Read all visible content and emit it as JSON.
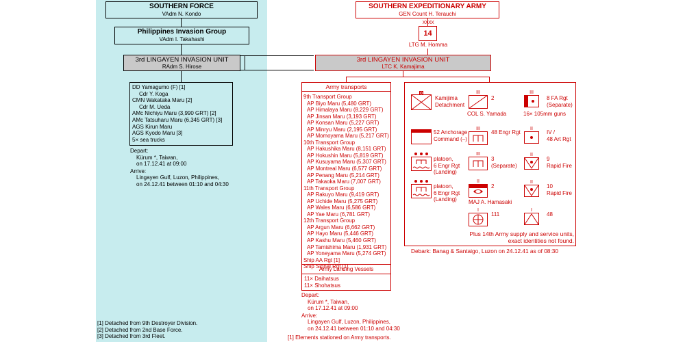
{
  "colors": {
    "navy_panel": "#c7ecee",
    "army_red": "#cc0000",
    "unit_grey": "#c9c9c9"
  },
  "navy": {
    "southern_force": {
      "title": "SOUTHERN FORCE",
      "commander": "VAdm  N. Kondo"
    },
    "phil_group": {
      "title": "Philippines Invasion Group",
      "commander": "VAdm  I. Takahashi"
    },
    "lingayen_unit": {
      "title": "3rd LINGAYEN INVASION UNIT",
      "commander": "RAdm  S. Hirose"
    },
    "ships": [
      "DD  Yamagumo (F) [1]",
      "      Cdr  Y. Koga",
      "CMN  Wakataka Maru [2]",
      "      Cdr  M. Ueda",
      "AMc  Nichiyu Maru (3,990 GRT) [2]",
      "AMc  Tatsuharu Maru (6,345 GRT) [3]",
      "AGS  Kirun Maru",
      "AGS  Kyodo Maru [3]",
      "5× sea trucks"
    ],
    "depart_label": "Depart:",
    "depart_lines": [
      "Kürum *, Taiwan,",
      "on 17.12.41 at 09:00"
    ],
    "arrive_label": "Arrive:",
    "arrive_lines": [
      "Lingayen Gulf, Luzon, Philippines,",
      "on 24.12.41 between 01:10 and 04:30"
    ],
    "footnotes": [
      "[1] Detached from 9th Destroyer Division.",
      "[2] Detached from 2nd Base Force.",
      "[3] Detached from 3rd Fleet."
    ]
  },
  "army": {
    "southern_army": {
      "title": "SOUTHERN EXPEDITIONARY ARMY",
      "commander": "GEN  Count H. Terauchi"
    },
    "army_14": {
      "echelon": "XXXX",
      "number": "14",
      "commander": "LTG  M. Homma"
    },
    "lingayen_unit": {
      "title": "3rd LINGAYEN INVASION UNIT",
      "commander": "LTC  K. Kamajima"
    },
    "transports_title": "Army transports",
    "transport_lines": [
      "9th Transport Group",
      "  AP  Biyo Maru (5,480 GRT)",
      "  AP  Himalaya Maru (8,229 GRT)",
      "  AP  Jinsan Maru (3,193 GRT)",
      "  AP  Konsan Maru (5,227 GRT)",
      "  AP  Minryu Maru (2,195 GRT)",
      "  AP  Momoyama Maru (5,217 GRT)",
      "10th Transport Group",
      "  AP  Hakushika Maru (8,151 GRT)",
      "  AP  Hokushin Maru (5,819 GRT)",
      "  AP  Kusuyama Maru (5,307 GRT)",
      "  AP  Montreal Maru (6,577 GRT)",
      "  AP  Penang Maru (5,214 GRT)",
      "  AP  Takaoka Maru (7,007 GRT)",
      "11th Transport Group",
      "  AP  Rakuyo Maru (9,419 GRT)",
      "  AP  Uchide Maru (5,275 GRT)",
      "  AP  Wales Maru (6,586 GRT)",
      "  AP  Yae Maru (6,781 GRT)",
      "12th Transport Group",
      "  AP  Argun Maru (6,662 GRT)",
      "  AP  Hayo Maru (5,446 GRT)",
      "  AP  Kashu Maru (5,460 GRT)",
      "  AP  Tamishima Maru (1,931 GRT)",
      "  AP  Yoneyama Maru (5,274 GRT)",
      "Ship AA Rgt [1]",
      "Ship Signal Rgt [1]"
    ],
    "landing_title": "Army Landing Vessels",
    "landing_lines": [
      "11× Daihatsus",
      "11× Shohatsus"
    ],
    "depart_label": "Depart:",
    "depart_lines": [
      "Kürum *, Taiwan,",
      "on 17.12.41 at 09:00"
    ],
    "arrive_label": "Arrive:",
    "arrive_lines": [
      "Lingayen Gulf, Luzon, Philippines,",
      "on 24.12.41 between 01:10 and 04:30"
    ],
    "footnote": "[1] Elements stationed on Army transports.",
    "units": {
      "kamijima": [
        "Kamijima",
        "Detachment"
      ],
      "yamada_num": "2",
      "yamada_cmd": "COL  S. Yamada",
      "fa_rgt": [
        "8 FA Rgt",
        "(Separate)"
      ],
      "fa_guns": "16× 105mm guns",
      "anchorage": [
        "52 Anchorage",
        "Command (–)"
      ],
      "engr48": "48 Engr Rgt",
      "art48": [
        "IV /",
        "48 Art Rgt"
      ],
      "plt1": [
        "platoon,",
        "6 Engr Rgt",
        "(Landing)"
      ],
      "sep3": [
        "3",
        "(Separate)"
      ],
      "rf9": [
        "9",
        "Rapid Fire"
      ],
      "plt2": [
        "platoon,",
        "6 Engr Rgt",
        "(Landing)"
      ],
      "hamasaki_num": "2",
      "hamasaki_cmd": "MAJ  A. Hamasaki",
      "rf10": [
        "10",
        "Rapid Fire"
      ],
      "sig111": "111",
      "u48": "48",
      "plus_note": [
        "Plus 14th Army supply and service units,",
        "exact identities not found."
      ]
    },
    "debark": "Debark:  Banag & Santaigo, Luzon on 24.12.41 as of 08:30"
  }
}
